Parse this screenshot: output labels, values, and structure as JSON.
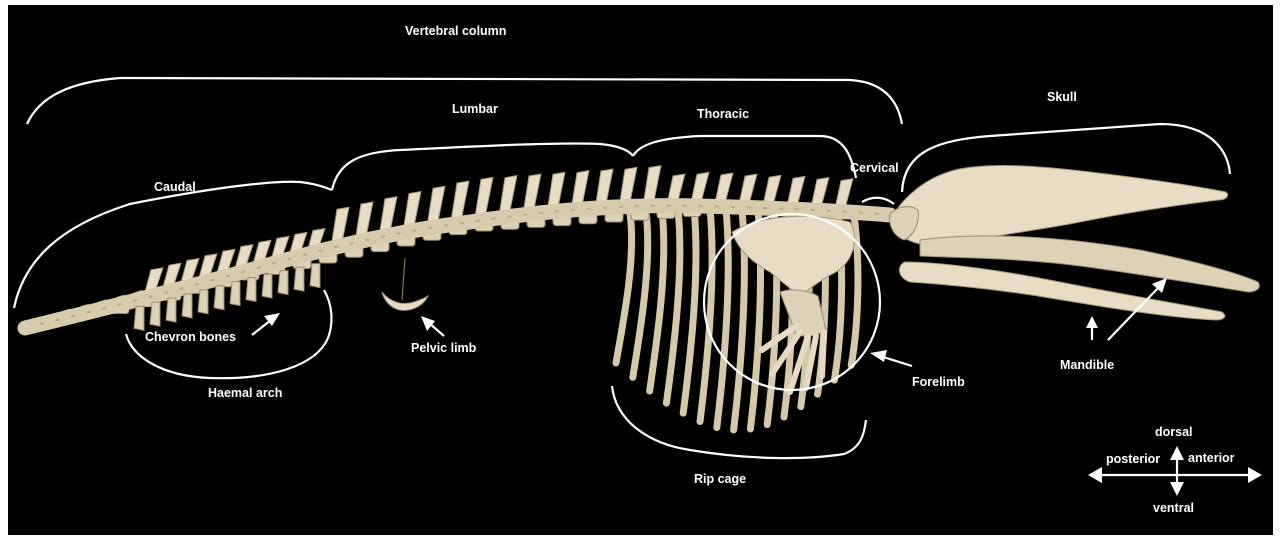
{
  "labels": {
    "vertebral_column": "Vertebral column",
    "lumbar": "Lumbar",
    "thoracic": "Thoracic",
    "skull": "Skull",
    "caudal": "Caudal",
    "cervical": "Cervical",
    "chevron_bones": "Chevron bones",
    "haemal_arch": "Haemal arch",
    "pelvic_limb": "Pelvic limb",
    "forelimb": "Forelimb",
    "mandible": "Mandible",
    "rib_cage": "Rip cage"
  },
  "compass": {
    "dorsal": "dorsal",
    "ventral": "ventral",
    "posterior": "posterior",
    "anterior": "anterior"
  },
  "colors": {
    "background": "#000000",
    "bone": "#ddd1b6",
    "annotation": "#ffffff"
  }
}
